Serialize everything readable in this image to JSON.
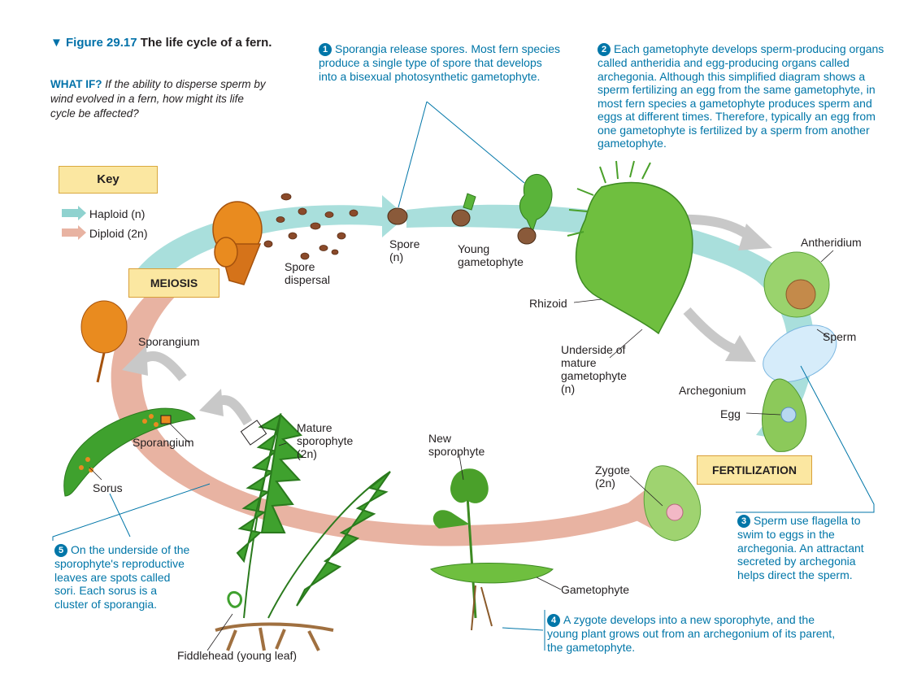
{
  "title": {
    "figure": "▼ Figure 29.17",
    "text": "The life cycle of a fern."
  },
  "whatif": {
    "label": "WHAT IF?",
    "text": "If the ability to disperse sperm by wind evolved in a fern, how might its life cycle be affected?"
  },
  "key": {
    "title": "Key",
    "haploid": "Haploid (n)",
    "diploid": "Diploid (2n)",
    "haploid_color": "#8fd2cf",
    "diploid_color": "#e8b3a2"
  },
  "stages": {
    "meiosis": "MEIOSIS",
    "fertilization": "FERTILIZATION"
  },
  "notes": {
    "n1_num": "1",
    "n1": "Sporangia release spores. Most fern species produce a single type of spore that develops into a bisexual photosynthetic gametophyte.",
    "n2_num": "2",
    "n2": "Each gametophyte develops sperm-producing organs called antheridia and egg-producing organs called archegonia. Although this simplified diagram shows a sperm fertilizing an egg from the same gametophyte, in most fern species a gametophyte produces sperm and eggs at different times. Therefore, typically an egg from one gametophyte is fertilized by a sperm from another gametophyte.",
    "n3_num": "3",
    "n3": "Sperm use flagella to swim to eggs in the archegonia. An attractant secreted by archegonia helps direct the sperm.",
    "n4_num": "4",
    "n4": "A zygote develops into a new sporophyte, and the young plant grows out from an archegonium of its parent, the gametophyte.",
    "n5_num": "5",
    "n5": "On the underside of the sporophyte's reproductive leaves are spots called sori. Each sorus is a cluster of sporangia."
  },
  "labels": {
    "spore": "Spore (n)",
    "young_gametophyte": "Young gametophyte",
    "spore_dispersal": "Spore dispersal",
    "rhizoid": "Rhizoid",
    "underside": "Underside of mature gametophyte (n)",
    "antheridium": "Antheridium",
    "sperm": "Sperm",
    "archegonium": "Archegonium",
    "egg": "Egg",
    "zygote": "Zygote (2n)",
    "new_sporophyte": "New sporophyte",
    "gametophyte": "Gametophyte",
    "mature_sporophyte": "Mature sporophyte (2n)",
    "sporangium_top": "Sporangium",
    "sporangium_leaf": "Sporangium",
    "sorus": "Sorus",
    "fiddlehead": "Fiddlehead (young leaf)"
  }
}
